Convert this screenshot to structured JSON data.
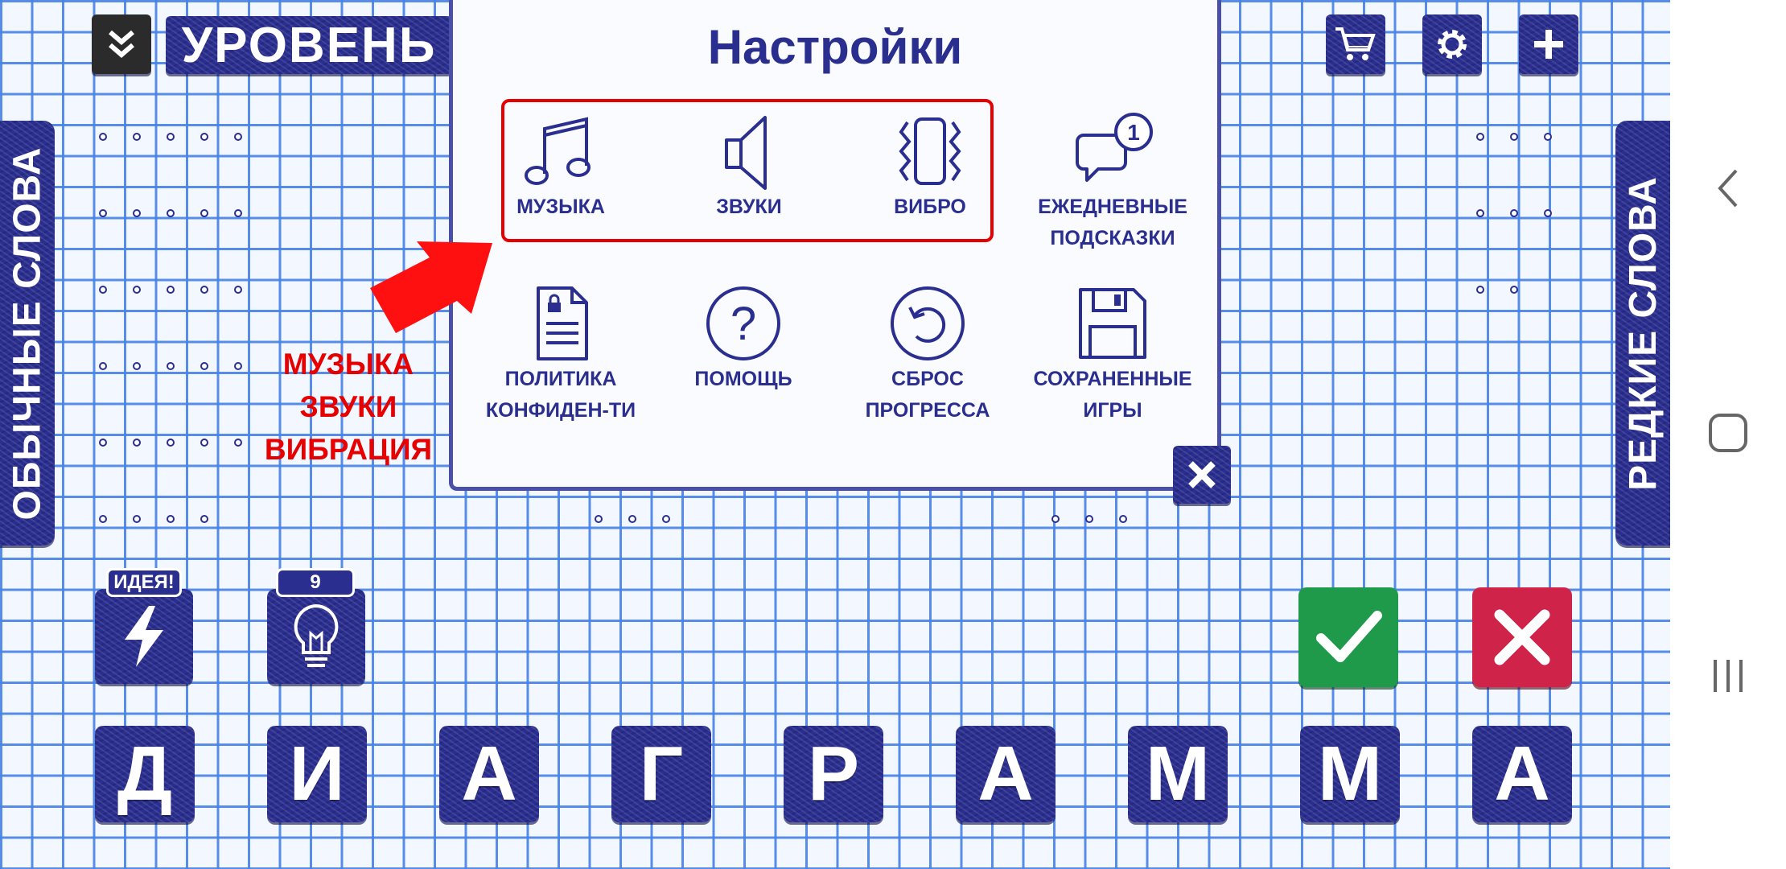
{
  "header": {
    "level_label": "УРОВЕНЬ"
  },
  "side": {
    "left": "ОБЫЧНЫЕ СЛОВА",
    "right": "РЕДКИЕ СЛОВА"
  },
  "settings": {
    "title": "Настройки",
    "options": [
      {
        "label": "МУЗЫКА",
        "icon": "music-note-icon"
      },
      {
        "label": "ЗВУКИ",
        "icon": "speaker-icon"
      },
      {
        "label": "ВИБРО",
        "icon": "vibrate-phone-icon"
      },
      {
        "label": "ЕЖЕДНЕВНЫЕ\nПОДСКАЗКИ",
        "icon": "daily-hint-chat-icon",
        "badge": "1"
      },
      {
        "label": "ПОЛИТИКА\nКОНФИДЕН-ТИ",
        "icon": "privacy-document-icon"
      },
      {
        "label": "ПОМОЩЬ",
        "icon": "help-question-icon"
      },
      {
        "label": "СБРОС\nПРОГРЕССА",
        "icon": "reset-progress-icon"
      },
      {
        "label": "СОХРАНЕННЫЕ\nИГРЫ",
        "icon": "floppy-save-icon"
      }
    ]
  },
  "annotation": {
    "line1": "МУЗЫКА",
    "line2": "ЗВУКИ",
    "line3": "ВИБРАЦИЯ"
  },
  "hints": {
    "idea_label": "ИДЕЯ!",
    "hint_count": "9"
  },
  "letters": [
    "Д",
    "И",
    "А",
    "Г",
    "Р",
    "А",
    "М",
    "М",
    "А"
  ],
  "colors": {
    "ink": "#2a2e8f",
    "confirm": "#1e9a4a",
    "cancel": "#d0234a",
    "highlight": "#e60000"
  }
}
